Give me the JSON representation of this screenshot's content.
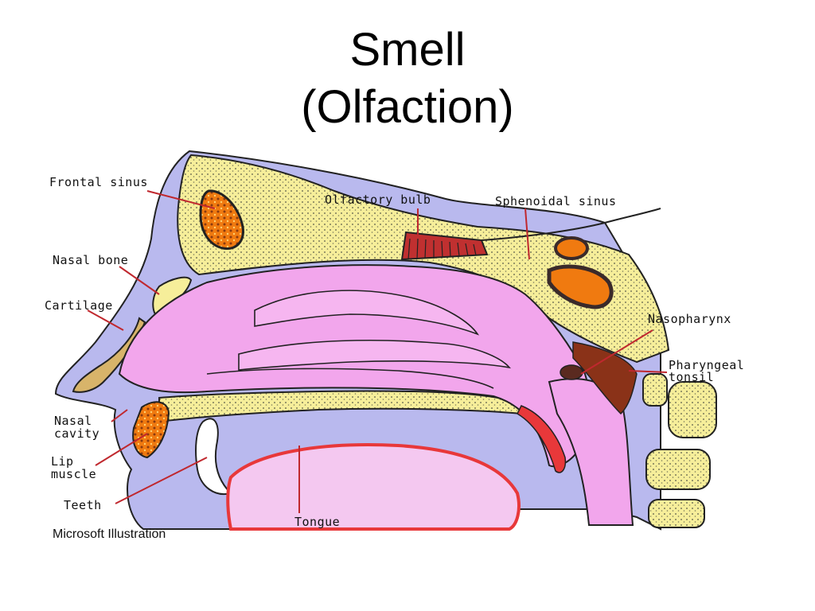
{
  "title": {
    "line1": "Smell",
    "line2": "(Olfaction)"
  },
  "labels": {
    "frontal_sinus": "Frontal sinus",
    "nasal_bone": "Nasal bone",
    "cartilage": "Cartilage",
    "nasal_cavity_1": "Nasal",
    "nasal_cavity_2": "cavity",
    "lip_muscle_1": "Lip",
    "lip_muscle_2": "muscle",
    "teeth": "Teeth",
    "olfactory_bulb": "Olfactory bulb",
    "sphenoidal_sinus": "Sphenoidal sinus",
    "nasopharynx": "Nasopharynx",
    "pharyngeal_tonsil_1": "Pharyngeal",
    "pharyngeal_tonsil_2": "tonsil",
    "tongue": "Tongue"
  },
  "credit": "Microsoft Illustration",
  "colors": {
    "skin": "#b9b9ee",
    "bone": "#f6ee9a",
    "bone_texture": "#8a8a6a",
    "cavity": "#f2a6ec",
    "sinus_fill": "#f07a10",
    "sinus_dark": "#3a2a2a",
    "leader_line": "#c0282e",
    "tongue": "#e8383a"
  }
}
